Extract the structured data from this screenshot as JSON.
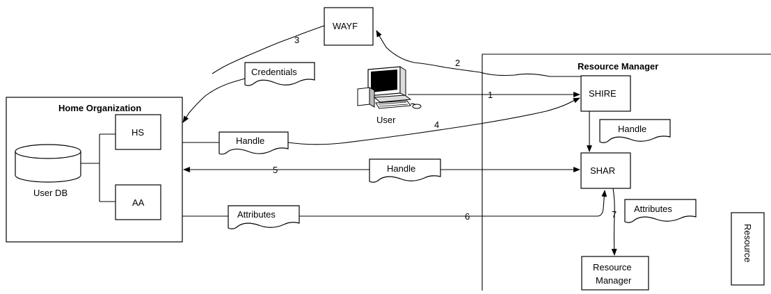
{
  "home_org": {
    "title": "Home Organization",
    "hs": "HS",
    "aa": "AA",
    "db": "User DB"
  },
  "resource_manager": {
    "title": "Resource Manager",
    "shire": "SHIRE",
    "shar": "SHAR",
    "rm_line1": "Resource",
    "rm_line2": "Manager",
    "resource": "Resource"
  },
  "wayf": "WAYF",
  "user": "User",
  "docs": {
    "credentials": "Credentials",
    "handle_a": "Handle",
    "handle_b": "Handle",
    "handle_c": "Handle",
    "attributes_a": "Attributes",
    "attributes_b": "Attributes"
  },
  "steps": {
    "s1": "1",
    "s2": "2",
    "s3": "3",
    "s4": "4",
    "s5": "5",
    "s6": "6",
    "s7": "7"
  }
}
